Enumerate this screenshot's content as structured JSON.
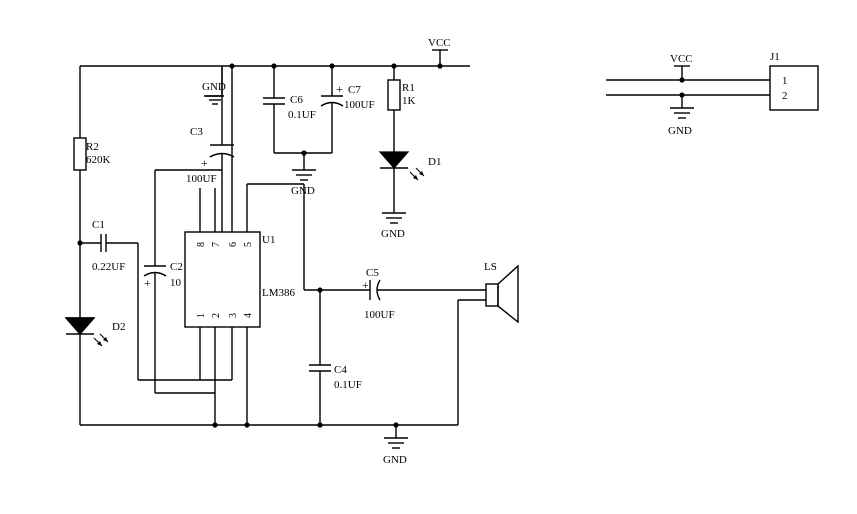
{
  "labels": {
    "vcc_main": "VCC",
    "vcc_j1": "VCC",
    "gnd_c3": "GND",
    "gnd_c6c7": "GND",
    "gnd_d1": "GND",
    "gnd_bottom": "GND",
    "gnd_j1": "GND",
    "r1_ref": "R1",
    "r1_val": "1K",
    "r2_ref": "R2",
    "r2_val": "620K",
    "c1_ref": "C1",
    "c1_val": "0.22UF",
    "c2_ref": "C2",
    "c2_val": "10",
    "c3_ref": "C3",
    "c3_val": "100UF",
    "c4_ref": "C4",
    "c4_val": "0.1UF",
    "c5_ref": "C5",
    "c5_val": "100UF",
    "c6_ref": "C6",
    "c6_val": "0.1UF",
    "c7_ref": "C7",
    "c7_val": "100UF",
    "d1_ref": "D1",
    "d2_ref": "D2",
    "u1_ref": "U1",
    "u1_part": "LM386",
    "ls_ref": "LS",
    "j1_ref": "J1",
    "j1_pin1": "1",
    "j1_pin2": "2",
    "plus": "+",
    "pins_top": [
      "8",
      "7",
      "6",
      "5"
    ],
    "pins_bottom": [
      "1",
      "2",
      "3",
      "4"
    ]
  }
}
